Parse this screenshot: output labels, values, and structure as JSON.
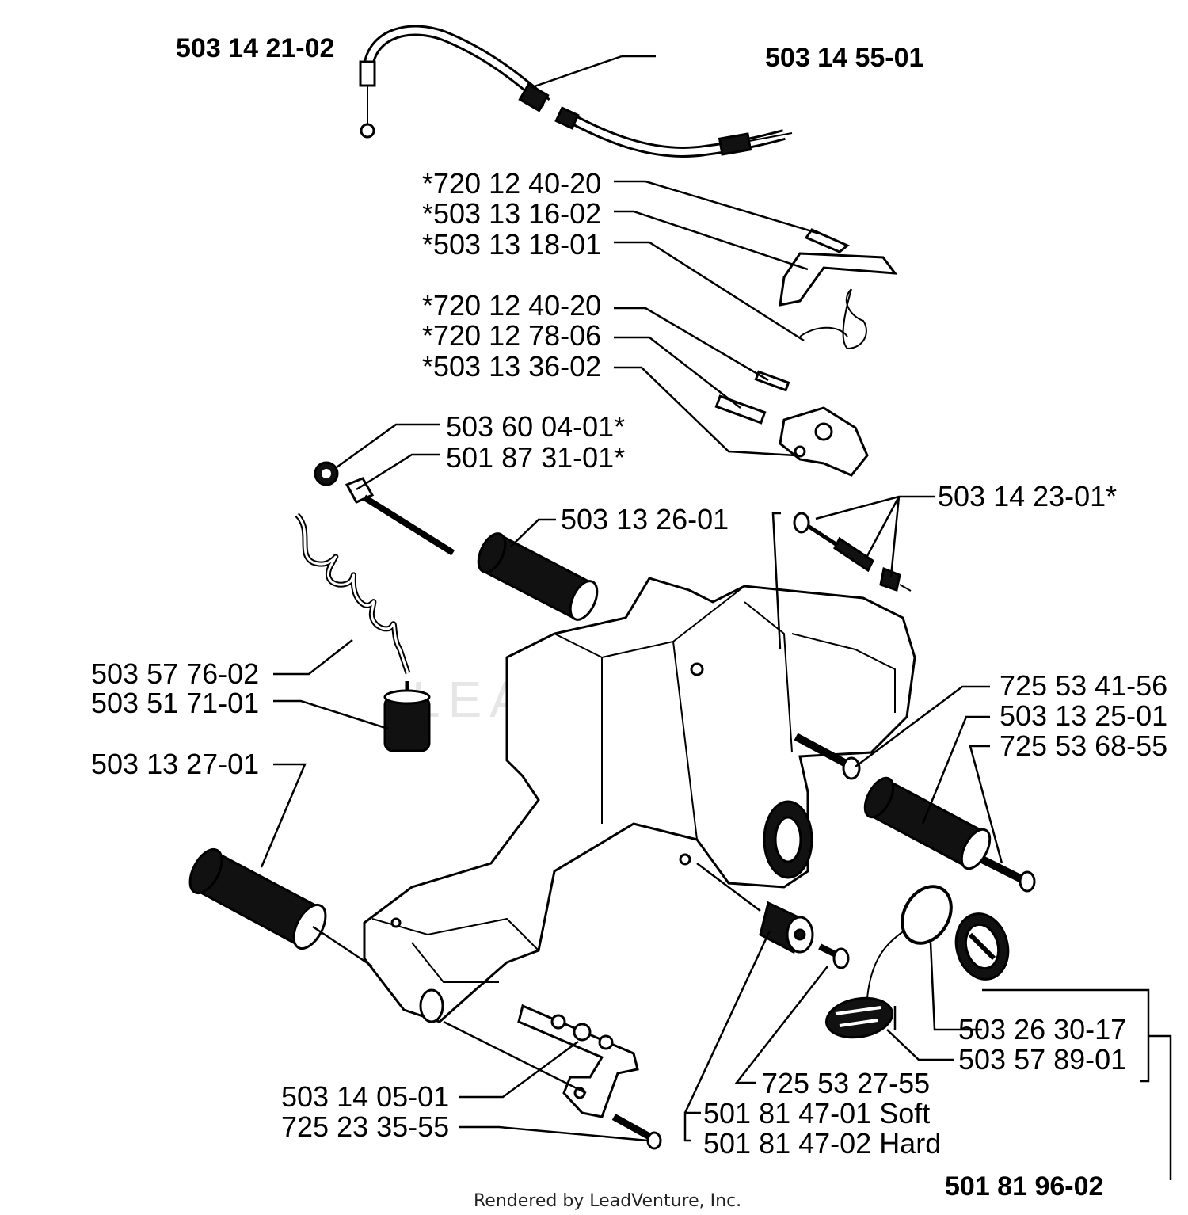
{
  "labels": {
    "throttle_cable_top": "503 14 21-02",
    "cable_top_right": "503 14 55-01",
    "pin_a": "*720 12 40-20",
    "lever_a": "*503 13 16-02",
    "spring_a": "*503 13 18-01",
    "pin_b": "*720 12 40-20",
    "pin_c": "*720 12 78-06",
    "trigger_b": "*503 13 36-02",
    "nut_small": "503 60 04-01*",
    "needle_pin": "501 87 31-01*",
    "front_grip": "503 13 26-01",
    "screw_set": "503 14 23-01*",
    "fuel_hose": "503 57 76-02",
    "fuel_filter": "503 51 71-01",
    "rear_grip": "503 13 27-01",
    "bolt_right": "725 53 41-56",
    "handle_grip_right": "503 13 25-01",
    "screw_right": "725 53 68-55",
    "oring": "503 26 30-17",
    "cover_plate": "503 57 89-01",
    "bracket": "503 14 05-01",
    "screw_bracket": "725 23 35-55",
    "screw_center": "725 53 27-55",
    "buffer_soft": "501 81 47-01 Soft",
    "buffer_hard": "501 81 47-02 Hard",
    "cap_assembly": "501 81 96-02"
  },
  "watermark": "LEADVENTURE",
  "footer": "Rendered by LeadVenture, Inc."
}
